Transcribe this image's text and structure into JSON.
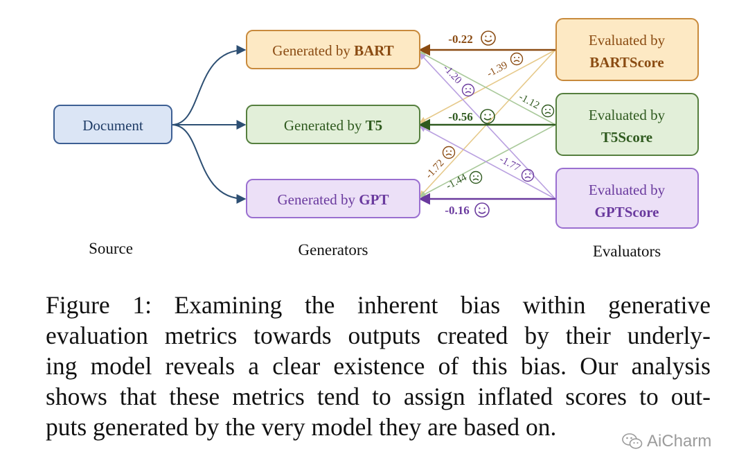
{
  "source": {
    "label": "Document",
    "column_label": "Source"
  },
  "generators": {
    "column_label": "Generators",
    "items": [
      {
        "prefix": "Generated by ",
        "model": "BART",
        "color": "#8a4b12",
        "fill": "#fde9c4",
        "stroke": "#c88a3c"
      },
      {
        "prefix": "Generated by ",
        "model": "T5",
        "color": "#2f5a1f",
        "fill": "#e2efd9",
        "stroke": "#557f3e"
      },
      {
        "prefix": "Generated by ",
        "model": "GPT",
        "color": "#6a3a9e",
        "fill": "#ece0f7",
        "stroke": "#9a6fd0"
      }
    ]
  },
  "evaluators": {
    "column_label": "Evaluators",
    "items": [
      {
        "line1": "Evaluated by",
        "line2": "BARTScore",
        "color": "#8a4b12",
        "fill": "#fde9c4",
        "stroke": "#c88a3c"
      },
      {
        "line1": "Evaluated by",
        "line2": "T5Score",
        "color": "#2f5a1f",
        "fill": "#e2efd9",
        "stroke": "#557f3e"
      },
      {
        "line1": "Evaluated by",
        "line2": "GPTScore",
        "color": "#6a3a9e",
        "fill": "#ece0f7",
        "stroke": "#9a6fd0"
      }
    ]
  },
  "scores": {
    "bart_bart": "-0.22",
    "bart_t5": "-1.39",
    "bart_gpt": "-1.72",
    "t5_bart": "-1.12",
    "t5_t5": "-0.56",
    "t5_gpt": "-1.44",
    "gpt_bart": "-1.20",
    "gpt_t5": "-1.77",
    "gpt_gpt": "-0.16"
  },
  "colors": {
    "document_fill": "#dbe5f5",
    "document_stroke": "#3d5f93",
    "source_arrow": "#2d4f73",
    "bart_line": "#e6c98a",
    "t5_line": "#a9c99a",
    "gpt_line": "#b9a0e0"
  },
  "caption": {
    "lines": [
      "Figure 1: Examining the inherent bias within generative",
      "evaluation metrics towards outputs created by their underly-",
      "ing model reveals a clear existence of this bias. Our analysis",
      "shows that these metrics tend to assign inflated scores to out-",
      "puts generated by the very model they are based on."
    ]
  },
  "watermark": {
    "text": "AiCharm",
    "icon": "wechat-icon"
  }
}
